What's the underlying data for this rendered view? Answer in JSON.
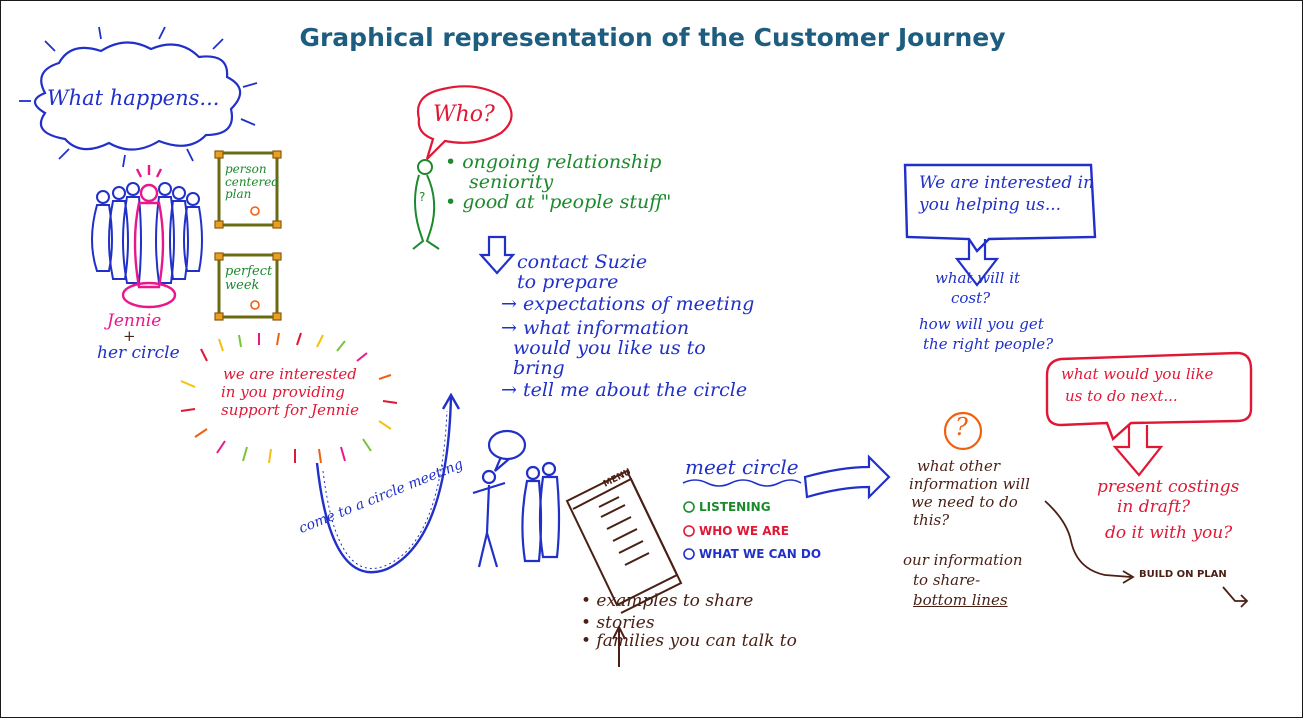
{
  "title": "Graphical representation of the Customer Journey",
  "what_happens": "What happens...",
  "who": "Who?",
  "jennie": {
    "name": "Jennie",
    "plus": "+",
    "circle": "her circle"
  },
  "plans": {
    "person_centered": "person centered plan",
    "perfect_week": "perfect week"
  },
  "support_bubble": {
    "line1": "we are interested",
    "line2": "in you providing",
    "line3": "support for Jennie"
  },
  "come_to_meeting": "come to a circle meeting",
  "who_notes": {
    "line1": "• ongoing relationship",
    "line2": "seniority",
    "line3": "• good at \"people stuff\""
  },
  "contact": {
    "line1": "contact Suzie",
    "line2": "to prepare",
    "line3": "→ expectations of meeting",
    "line4": "→ what information",
    "line5": "would you like us to",
    "line6": "bring",
    "line7": "→ tell me about the circle"
  },
  "menu_label": "MENU",
  "meet_circle": {
    "heading": "meet circle",
    "item1": "LISTENING",
    "item2": "WHO WE ARE",
    "item3": "WHAT WE CAN DO"
  },
  "share": {
    "line1": "• examples to share",
    "line2": "• stories",
    "line3": "• families you can talk to"
  },
  "helping_box": {
    "line1": "We are interested in",
    "line2": "you helping us..."
  },
  "cost": {
    "line1": "what will it",
    "line2": "cost?",
    "line3": "how will you get",
    "line4": "the right people?"
  },
  "question_mark": "?",
  "other_info": {
    "line1": "what other",
    "line2": "information will",
    "line3": "we need to do",
    "line4": "this?"
  },
  "our_info": {
    "line1": "our information",
    "line2": "to share-",
    "line3": "bottom lines"
  },
  "next_box": {
    "line1": "what would you like",
    "line2": "us to do next..."
  },
  "present": {
    "line1": "present costings",
    "line2": "in draft?",
    "line3": "do it with you?"
  },
  "build_on_plan": "BUILD ON PLAN",
  "colors": {
    "title": "#1d5e80",
    "blue_ink": "#2030c8",
    "green_ink": "#1c8a2c",
    "red_ink": "#e01836",
    "pink_ink": "#e8188c",
    "brown_ink": "#4a1f14",
    "orange_ink": "#f06010",
    "olive_frame": "#6b6b14"
  }
}
